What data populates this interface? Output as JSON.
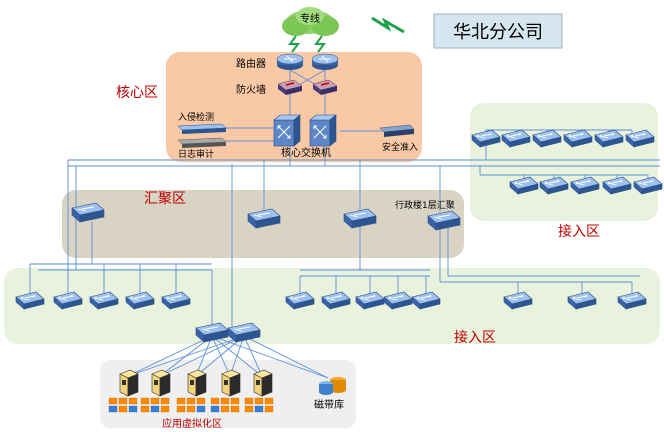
{
  "labels": {
    "dedicated_line": "专线",
    "branch_office": "华北分公司",
    "core_zone": "核心区",
    "router": "路由器",
    "firewall": "防火墙",
    "ids": "入侵检测",
    "log_audit": "日志审计",
    "core_switch": "核心交换机",
    "security_access": "安全准入",
    "aggregation_zone": "汇聚区",
    "admin_building": "行政楼1层汇聚",
    "access_zone_right": "接入区",
    "access_zone_bottom": "接入区",
    "tape_library": "磁带库",
    "virtualization_zone": "应用虚拟化区"
  },
  "colors": {
    "core_bg": "#f9c9a6",
    "aggregation_bg": "#d9d3c4",
    "access_bg": "#e8f2dc",
    "virt_bg": "#efefef",
    "zone_label": "#c00000",
    "line": "#5a8ed8"
  }
}
